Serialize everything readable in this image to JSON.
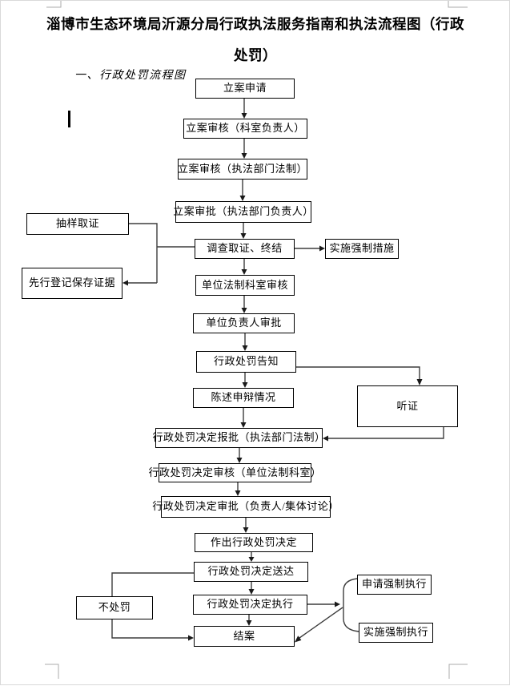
{
  "document": {
    "title_line_1": "淄博市生态环境局沂源分局行政执法服务指南和执法流程图（行政",
    "title_line_2": "处罚）",
    "section_heading": "一、行政处罚流程图"
  },
  "theme": {
    "page_background": "#ffffff",
    "box_border_color": "#000000",
    "connector_color": "#3d3d3d",
    "text_color": "#000000",
    "corner_mark_color": "#ababab",
    "page_edge_color": "#d9d9d9"
  },
  "flow": {
    "nodes": [
      {
        "id": "filing-application",
        "label": "立案申请"
      },
      {
        "id": "filing-review-section",
        "label": "立案审核（科室负责人）"
      },
      {
        "id": "filing-review-legal",
        "label": "立案审核（执法部门法制）"
      },
      {
        "id": "filing-approval-dept-head",
        "label": "立案审批（执法部门负责人）"
      },
      {
        "id": "sampling-evidence",
        "label": "抽样取证"
      },
      {
        "id": "investigation-conclusion",
        "label": "调查取证、终结"
      },
      {
        "id": "compulsory-measures",
        "label": "实施强制措施"
      },
      {
        "id": "advance-registration",
        "label": "先行登记保存证据"
      },
      {
        "id": "unit-legal-review",
        "label": "单位法制科室审核"
      },
      {
        "id": "unit-head-approval",
        "label": "单位负责人审批"
      },
      {
        "id": "penalty-notification",
        "label": "行政处罚告知"
      },
      {
        "id": "statement-defense",
        "label": "陈述申辩情况"
      },
      {
        "id": "hearing",
        "label": "听证"
      },
      {
        "id": "decision-submission",
        "label": "行政处罚决定报批（执法部门法制）"
      },
      {
        "id": "decision-review",
        "label": "行政处罚决定审核（单位法制科室）"
      },
      {
        "id": "decision-approval",
        "label": "行政处罚决定审批（负责人/集体讨论）"
      },
      {
        "id": "make-decision",
        "label": "作出行政处罚决定"
      },
      {
        "id": "decision-delivery",
        "label": "行政处罚决定送达"
      },
      {
        "id": "no-penalty",
        "label": "不处罚"
      },
      {
        "id": "decision-execution",
        "label": "行政处罚决定执行"
      },
      {
        "id": "case-closure",
        "label": "结案"
      },
      {
        "id": "apply-compulsory-execution",
        "label": "申请强制执行"
      },
      {
        "id": "implement-compulsory-execution",
        "label": "实施强制执行"
      }
    ],
    "edges": [
      {
        "from": "filing-application",
        "to": "filing-review-section"
      },
      {
        "from": "filing-review-section",
        "to": "filing-review-legal"
      },
      {
        "from": "filing-review-legal",
        "to": "filing-approval-dept-head"
      },
      {
        "from": "filing-approval-dept-head",
        "to": "investigation-conclusion"
      },
      {
        "from": "sampling-evidence",
        "to": "investigation-conclusion"
      },
      {
        "from": "investigation-conclusion",
        "to": "advance-registration"
      },
      {
        "from": "investigation-conclusion",
        "to": "compulsory-measures"
      },
      {
        "from": "investigation-conclusion",
        "to": "unit-legal-review"
      },
      {
        "from": "unit-legal-review",
        "to": "unit-head-approval"
      },
      {
        "from": "unit-head-approval",
        "to": "penalty-notification"
      },
      {
        "from": "penalty-notification",
        "to": "statement-defense"
      },
      {
        "from": "penalty-notification",
        "to": "hearing"
      },
      {
        "from": "statement-defense",
        "to": "decision-submission"
      },
      {
        "from": "hearing",
        "to": "decision-submission"
      },
      {
        "from": "decision-submission",
        "to": "decision-review"
      },
      {
        "from": "decision-review",
        "to": "decision-approval"
      },
      {
        "from": "decision-approval",
        "to": "make-decision"
      },
      {
        "from": "make-decision",
        "to": "decision-delivery"
      },
      {
        "from": "decision-delivery",
        "to": "no-penalty"
      },
      {
        "from": "decision-delivery",
        "to": "decision-execution"
      },
      {
        "from": "no-penalty",
        "to": "case-closure"
      },
      {
        "from": "decision-execution",
        "to": "case-closure"
      },
      {
        "from": "decision-execution",
        "to": "apply-compulsory-execution"
      },
      {
        "from": "decision-execution",
        "to": "implement-compulsory-execution"
      },
      {
        "from": "apply-compulsory-execution",
        "to": "case-closure"
      },
      {
        "from": "implement-compulsory-execution",
        "to": "case-closure"
      }
    ]
  }
}
